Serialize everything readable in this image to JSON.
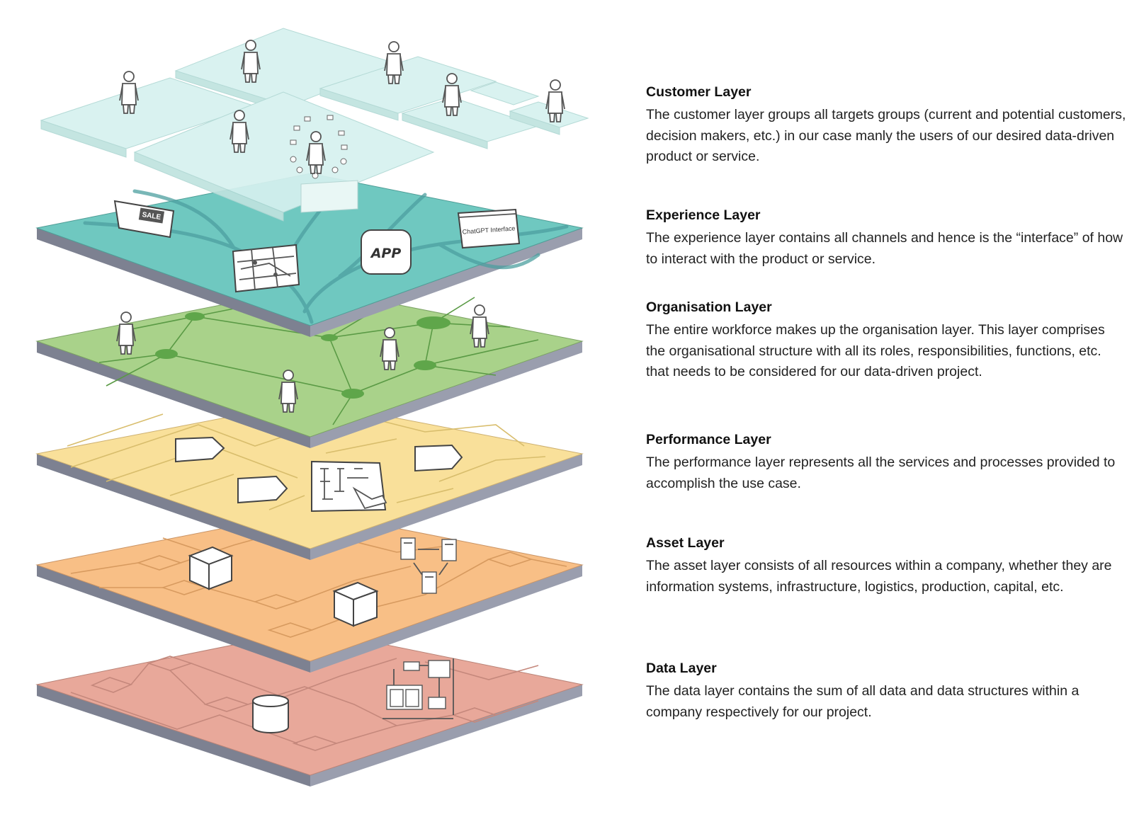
{
  "layers": [
    {
      "key": "customer",
      "title": "Customer Layer",
      "text": "The customer layer groups all targets groups (current and potential customers, decision makers, etc.) in our case manly the users of our desired data-driven product or service.",
      "color": "#d6f1ef"
    },
    {
      "key": "experience",
      "title": "Experience Layer",
      "text": "The experience layer contains all channels and hence is the “interface” of how to interact with the product or service.",
      "color": "#6fc8c0"
    },
    {
      "key": "organisation",
      "title": "Organisation Layer",
      "text": "The entire workforce makes up the organisation layer. This layer comprises the organisational structure with all its roles, responsibilities, functions, etc. that needs to be considered for our data-driven project.",
      "color": "#a9d28a"
    },
    {
      "key": "performance",
      "title": "Performance Layer",
      "text": "The performance layer represents all the services and processes provided to accomplish the use case.",
      "color": "#f9e09a"
    },
    {
      "key": "asset",
      "title": "Asset Layer",
      "text": "The asset layer consists of all resources within a company, whether they are information systems, infrastructure, logistics, production, capital, etc.",
      "color": "#f8bf86"
    },
    {
      "key": "data",
      "title": "Data Layer",
      "text": "The data layer contains the sum of all data and data structures within a company respectively for our project.",
      "color": "#e8a89a"
    }
  ],
  "illustration_labels": {
    "sale": "SALE",
    "app": "APP",
    "chatgpt": "ChatGPT Interface"
  }
}
